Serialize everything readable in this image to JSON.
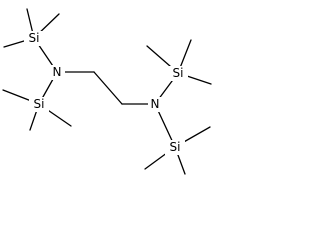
{
  "atoms": {
    "si_top_left": "Si",
    "n_left": "N",
    "si_bottom_left": "Si",
    "si_top_right": "Si",
    "n_right": "N",
    "si_bottom_right": "Si"
  }
}
